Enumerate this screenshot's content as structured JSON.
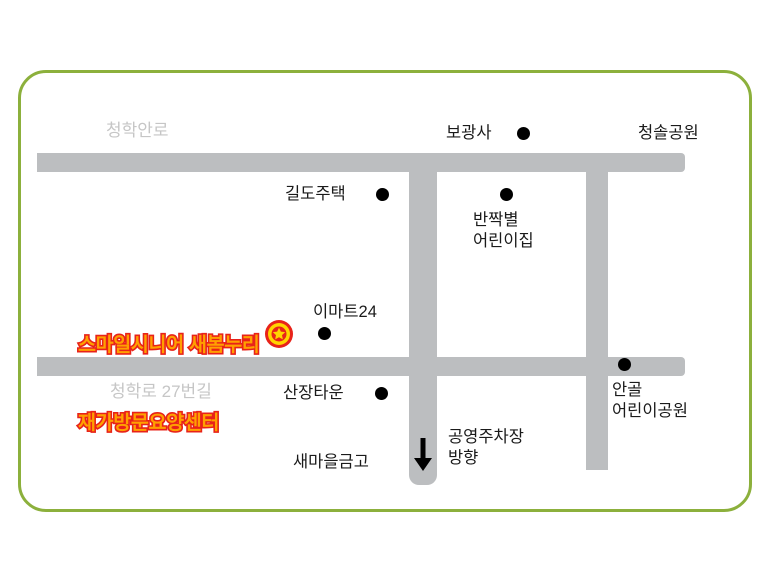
{
  "map": {
    "frame_color": "#8cb03c",
    "road_color": "#bcbec0",
    "road_name_color": "#c6c6c6",
    "destination": {
      "name_line1": "스마일시니어 새봄누리",
      "name_line2": "재가방문요양센터",
      "text_fill_color": "#ffa000",
      "text_outline_color": "#e8231a",
      "marker_icon": "star-marker-icon",
      "marker_ring_color": "#e8231a",
      "marker_fill_color": "#ffd400"
    },
    "roads": [
      {
        "name": "청학안로"
      },
      {
        "name": "청학로 27번길"
      }
    ],
    "pois": [
      {
        "name": "보광사"
      },
      {
        "name": "청솔공원"
      },
      {
        "name": "길도주택"
      },
      {
        "name": "반짝별\n어린이집"
      },
      {
        "name": "이마트24"
      },
      {
        "name": "산장타운"
      },
      {
        "name": "안골\n어린이공원"
      },
      {
        "name": "새마을금고"
      },
      {
        "name": "공영주차장\n방향"
      }
    ],
    "arrow": {
      "icon": "arrow-down-icon",
      "direction": "down"
    }
  }
}
